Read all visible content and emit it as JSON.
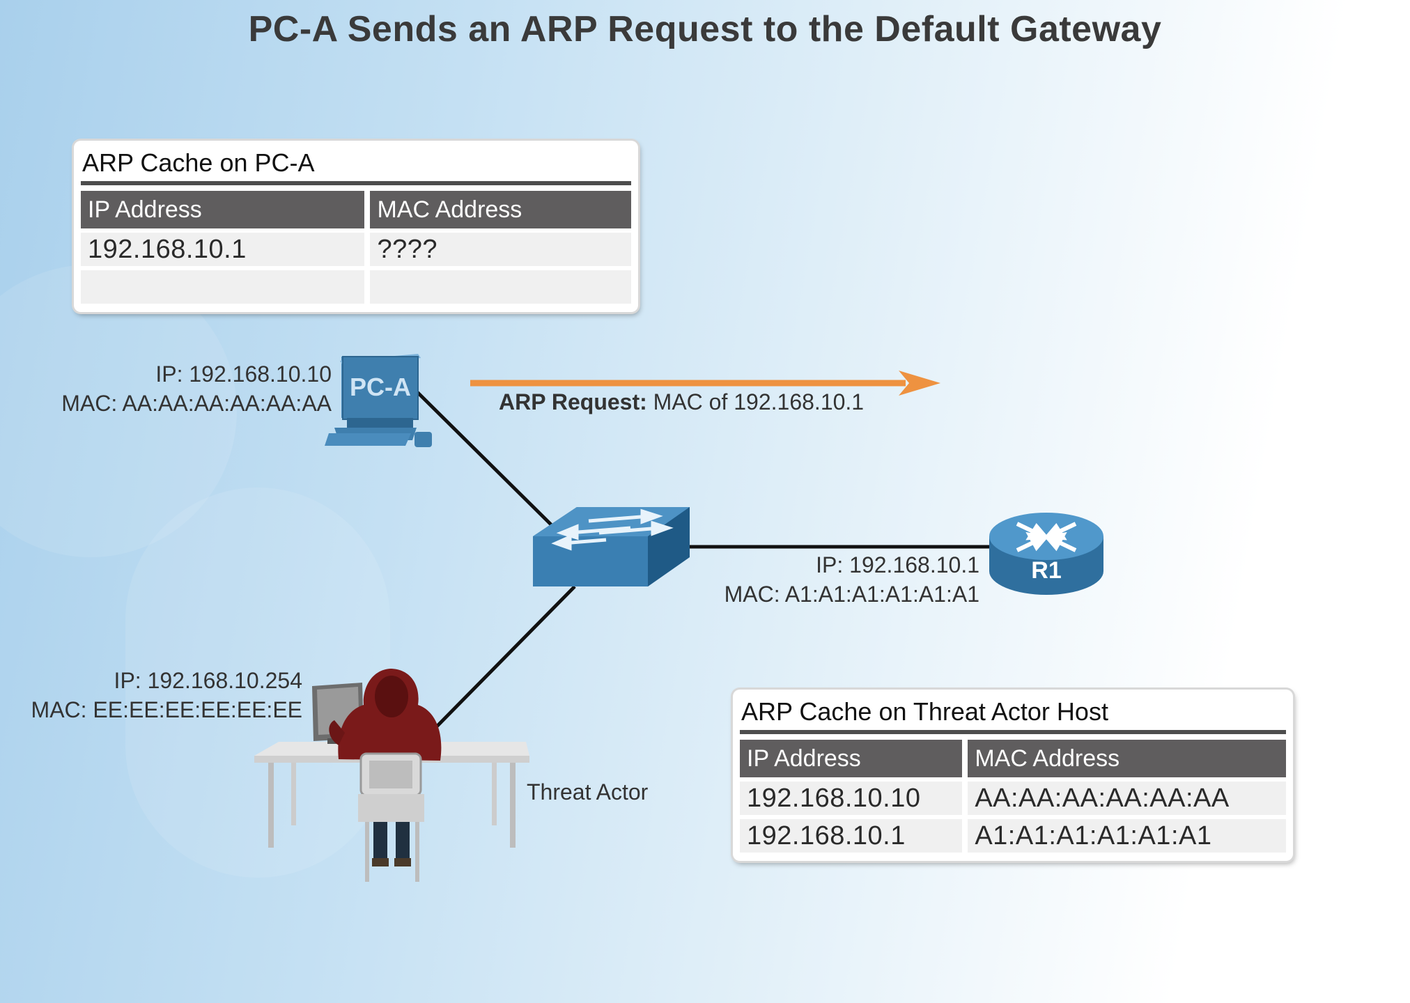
{
  "title": "PC-A Sends an ARP Request to the Default Gateway",
  "pca_cache": {
    "title": "ARP Cache on PC-A",
    "headers": [
      "IP Address",
      "MAC Address"
    ],
    "rows": [
      [
        "192.168.10.1",
        "????"
      ],
      [
        "",
        ""
      ]
    ]
  },
  "threat_cache": {
    "title": "ARP Cache on Threat Actor Host",
    "headers": [
      "IP Address",
      "MAC Address"
    ],
    "rows": [
      [
        "192.168.10.10",
        "AA:AA:AA:AA:AA:AA"
      ],
      [
        "192.168.10.1",
        "A1:A1:A1:A1:A1:A1"
      ]
    ]
  },
  "pca": {
    "label": "PC-A",
    "ip": "IP: 192.168.10.10",
    "mac": "MAC: AA:AA:AA:AA:AA:AA"
  },
  "r1": {
    "label": "R1",
    "ip": "IP: 192.168.10.1",
    "mac": "MAC: A1:A1:A1:A1:A1:A1"
  },
  "threat": {
    "label": "Threat Actor",
    "ip": "IP: 192.168.10.254",
    "mac": "MAC: EE:EE:EE:EE:EE:EE"
  },
  "arp_request": {
    "prefix": "ARP Request:",
    "text": "MAC of 192.168.10.1"
  },
  "colors": {
    "arrow": "#ee9240",
    "device": "#3f7fae",
    "hood": "#7a1a1a"
  }
}
